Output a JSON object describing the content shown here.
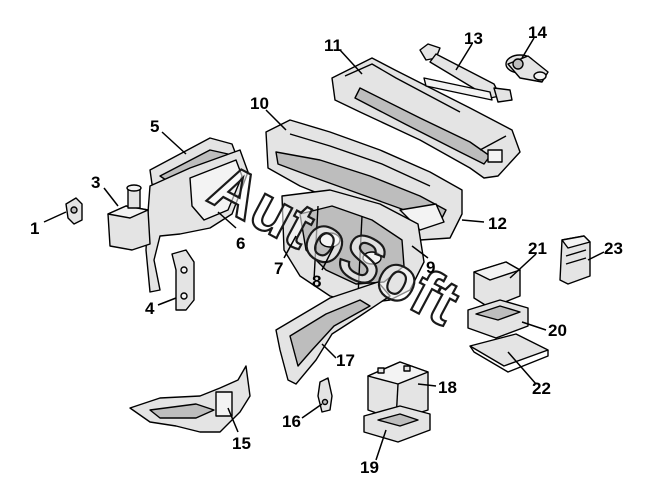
{
  "diagram": {
    "watermark": "AutoSoft",
    "callouts": [
      {
        "id": "1",
        "label": "1"
      },
      {
        "id": "3",
        "label": "3"
      },
      {
        "id": "4",
        "label": "4"
      },
      {
        "id": "5",
        "label": "5"
      },
      {
        "id": "6",
        "label": "6"
      },
      {
        "id": "7",
        "label": "7"
      },
      {
        "id": "8",
        "label": "8"
      },
      {
        "id": "9",
        "label": "9"
      },
      {
        "id": "10",
        "label": "10"
      },
      {
        "id": "11",
        "label": "11"
      },
      {
        "id": "12",
        "label": "12"
      },
      {
        "id": "13",
        "label": "13"
      },
      {
        "id": "14",
        "label": "14"
      },
      {
        "id": "15",
        "label": "15"
      },
      {
        "id": "16",
        "label": "16"
      },
      {
        "id": "17",
        "label": "17"
      },
      {
        "id": "18",
        "label": "18"
      },
      {
        "id": "19",
        "label": "19"
      },
      {
        "id": "20",
        "label": "20"
      },
      {
        "id": "21",
        "label": "21"
      },
      {
        "id": "22",
        "label": "22"
      },
      {
        "id": "23",
        "label": "23"
      }
    ]
  }
}
